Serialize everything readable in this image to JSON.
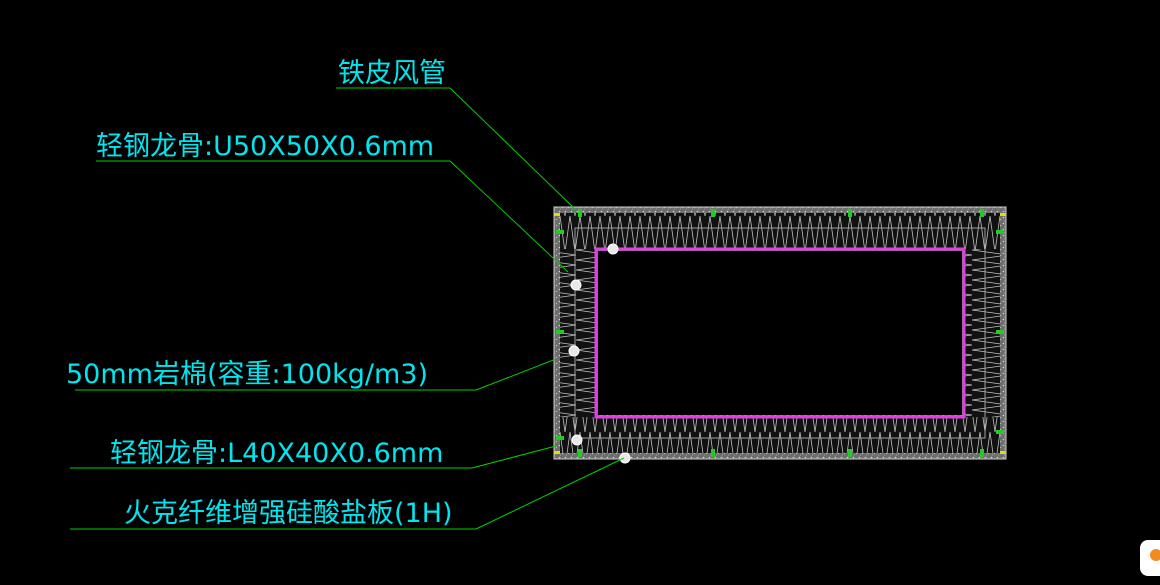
{
  "labels": {
    "iron_duct": "铁皮风管",
    "u_stud": "轻钢龙骨:U50X50X0.6mm",
    "rock_wool": "50mm岩棉(容重:100kg/m3)",
    "l_stud": "轻钢龙骨:L40X40X0.6mm",
    "fire_board": "火克纤维增强硅酸盐板(1H)"
  },
  "colors": {
    "background": "#000000",
    "label_text": "#00e5ee",
    "leader_line": "#00d000",
    "duct_outline": "#e040e0",
    "board_fill": "#8a8a8a",
    "insulation_hatch": "#c0c0c0",
    "stud_marker": "#ffffff",
    "clip_marker": "#22cc22",
    "corner_marker": "#e0e000",
    "logo_accent": "#f28a1e"
  },
  "icons": {
    "corner_logo": "orange-logo-icon"
  }
}
